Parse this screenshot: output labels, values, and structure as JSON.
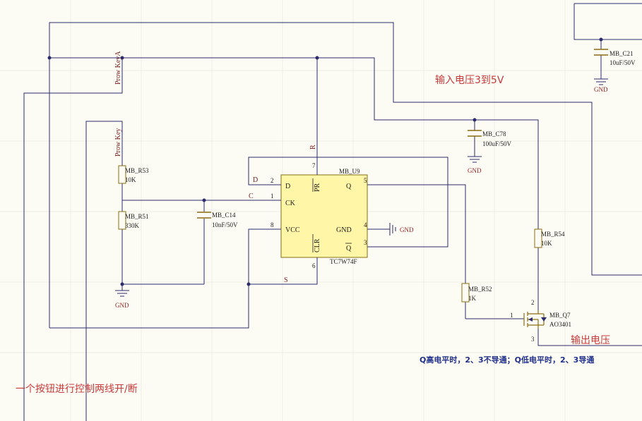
{
  "comments": {
    "input_voltage": "输入电压3到5V",
    "output_voltage": "输出电压",
    "q_state": "Q高电平时，2、3不导通；Q低电平时，2、3导通",
    "description": "一个按钮进行控制两线开/断"
  },
  "nets": {
    "prow_keya": "Prow KeyA",
    "prow_key": "Prow Key",
    "r": "R",
    "d": "D",
    "c": "C",
    "s": "S"
  },
  "ic": {
    "designator": "MB_U9",
    "part": "TC7W74F",
    "pin_d": "D",
    "pin_ck": "CK",
    "pin_vcc": "VCC",
    "pin_pr": "PR",
    "pin_clr": "CLR",
    "pin_q": "Q",
    "pin_gnd": "GND",
    "pin_qbar": "Q",
    "num_2": "2",
    "num_1": "1",
    "num_8": "8",
    "num_7": "7",
    "num_6": "6",
    "num_5": "5",
    "num_4": "4",
    "num_3": "3"
  },
  "components": {
    "r53": {
      "designator": "MB_R53",
      "value": "10K"
    },
    "r51": {
      "designator": "MB_R51",
      "value": "330K"
    },
    "c14": {
      "designator": "MB_C14",
      "value": "10nF/50V"
    },
    "c78": {
      "designator": "MB_C78",
      "value": "100uF/50V"
    },
    "c21": {
      "designator": "MB_C21",
      "value": "10uF/50V"
    },
    "r54": {
      "designator": "MB_R54",
      "value": "10K"
    },
    "r52": {
      "designator": "MB_R52",
      "value": "1K"
    },
    "q7": {
      "designator": "MB_Q7",
      "part": "AO3401",
      "pin_1": "1",
      "pin_2": "2",
      "pin_3": "3"
    }
  },
  "gnd_labels": {
    "left": "GND",
    "ic": "GND",
    "c78": "GND",
    "c21": "GND"
  },
  "colors": {
    "background": "#fdfcf4",
    "wire": "#2b2b6e",
    "ic_fill": "#fff6a8",
    "ic_border": "#8a6d10",
    "comment_red": "#c83a3a",
    "comment_blue": "#1f2f8a"
  }
}
